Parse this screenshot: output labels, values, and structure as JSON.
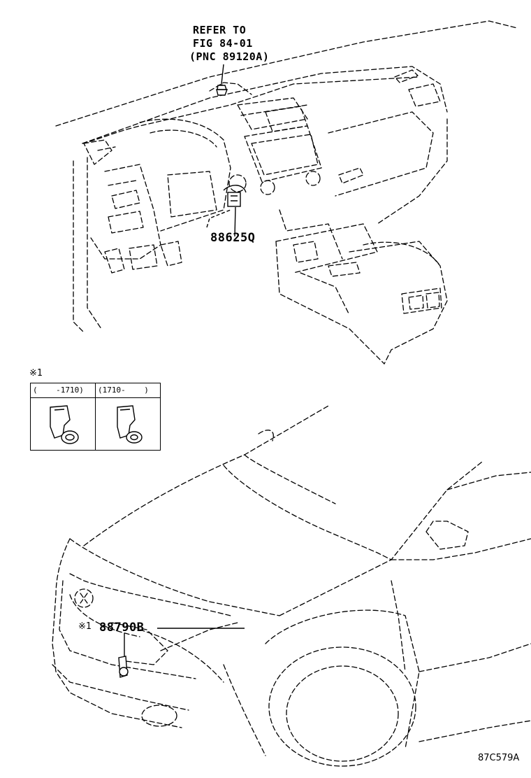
{
  "refer_label": {
    "line1": "REFER TO",
    "line2": "FIG 84-01",
    "line3": "(PNC 89120A)"
  },
  "parts": {
    "dash_switch": "88625Q",
    "front_sensor": "88790B",
    "front_sensor_note_mark": "※1"
  },
  "note_table": {
    "title": "※1",
    "col1_header": "(    -1710)",
    "col2_header": "(1710-    )"
  },
  "figure_code": "87C579A"
}
